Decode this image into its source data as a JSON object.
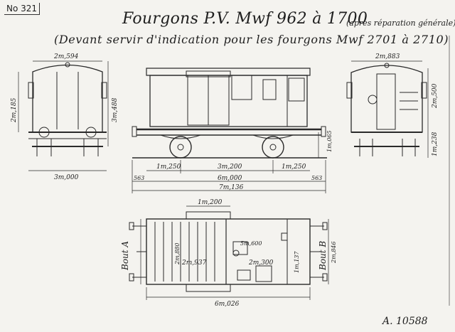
{
  "plate_no": "No 321",
  "title_main": "Fourgons P.V.  Mwf 962 à 1700",
  "title_note": "(après réparation générale)",
  "subtitle": "(Devant servir d'indication pour les fourgons Mwf 2701 à 2710)",
  "reference": "A. 10588",
  "end_view_left": {
    "width_top": "2m,594",
    "height_body": "2m,185",
    "height_total": "3m,488",
    "track_width": "3m,000"
  },
  "side_view": {
    "axle_end_left": "1m,250",
    "wheelbase": "3m,200",
    "axle_end_right": "1m,250",
    "overhang_left": "563",
    "overhang_right": "563",
    "frame_length": "6m,000",
    "buffer_length": "7m,136",
    "buffer_height": "1m,065"
  },
  "end_view_right": {
    "width_top": "2m,883",
    "height_top": "2m,500",
    "height_bottom": "1m,238"
  },
  "plan_view": {
    "door_width": "1m,200",
    "body_width": "2m,880",
    "compartment_left": "2m,937",
    "compartment_right": "2m,300",
    "small_dim": "5m,600",
    "seat_width": "1m,137",
    "side_width": "2m,846",
    "end_label_a": "Bout A",
    "end_label_b": "Bout B",
    "total_length": "6m,026"
  }
}
